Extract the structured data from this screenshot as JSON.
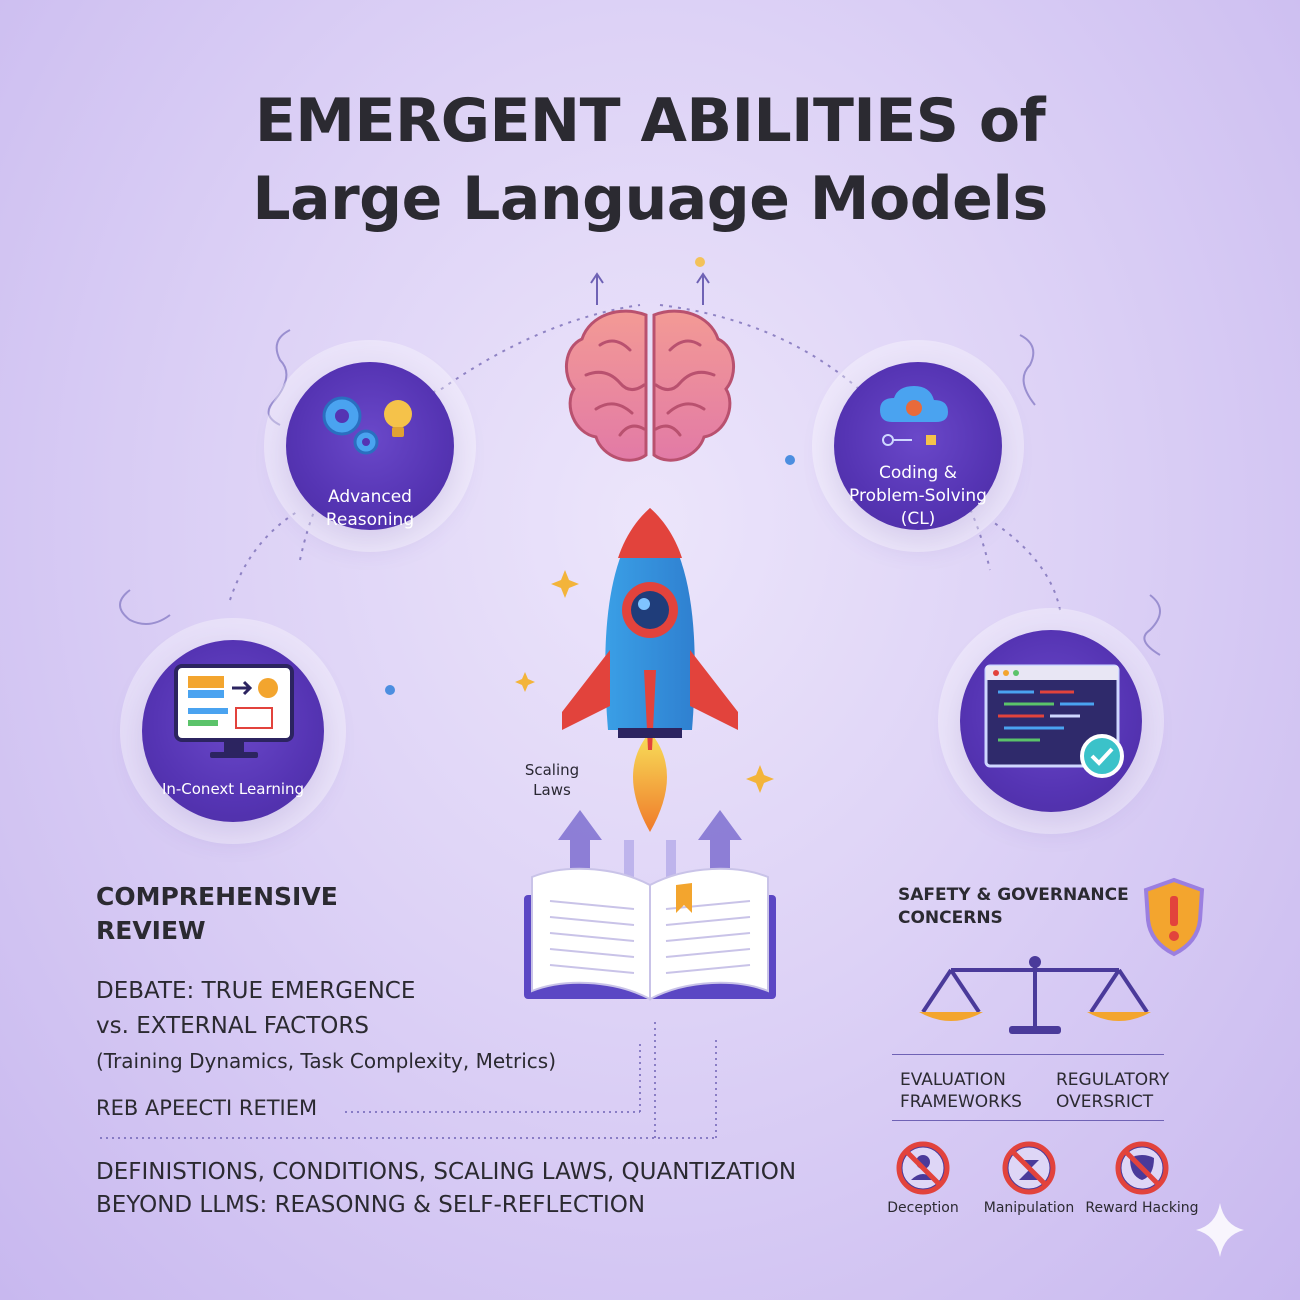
{
  "title": {
    "line1": "EMERGENT ABILITIES of",
    "line2": "Large Language Models"
  },
  "nodes": {
    "advanced_reasoning": {
      "line1": "Advanced",
      "line2": "Reasoning"
    },
    "coding": {
      "line1": "Coding &",
      "line2": "Problem-Solving",
      "line3": "(CL)"
    },
    "in_context": {
      "label": "In-Conext Learning"
    },
    "scaling": {
      "line1": "Scaling",
      "line2": "Laws"
    }
  },
  "review": {
    "heading_line1": "COMPREHENSIVE",
    "heading_line2": "REVIEW",
    "debate_line1": "DEBATE: TRUE EMERGENCE",
    "debate_line2": "vs. EXTERNAL FACTORS",
    "debate_line3": "(Training Dynamics, Task Complexity, Metrics)",
    "ref_line": "REB APEECTI RETIEM",
    "topics_line1": "DEFINISTIONS, CONDITIONS, SCALING LAWS, QUANTIZATION",
    "topics_line2": "BEYOND LLMS: REASONNG & SELF-REFLECTION"
  },
  "safety": {
    "heading_line1": "SAFETY & GOVERNANCE",
    "heading_line2": "CONCERNS",
    "eval_line1": "EVALUATION",
    "eval_line2": "FRAMEWORKS",
    "reg_line1": "REGULATORY",
    "reg_line2": "OVERSRICT",
    "risks": [
      "Deception",
      "Manipulation",
      "Reward Hacking"
    ]
  },
  "colors": {
    "background": "#ddd2f6",
    "circle": "#5534b3",
    "title": "#2b2a31",
    "rocket_body": "#3aa6e8",
    "rocket_fin": "#e2433c",
    "brain": "#f08a8a",
    "shield": "#f3a52e",
    "scale": "#4a3a9a"
  },
  "icons": [
    "brain-icon",
    "rocket-icon",
    "book-icon",
    "gears-icon",
    "lightbulb-icon",
    "monitor-icon",
    "cloud-icon",
    "code-window-icon",
    "check-icon",
    "shield-alert-icon",
    "balance-scale-icon",
    "prohibited-icon",
    "sparkle-icon"
  ]
}
